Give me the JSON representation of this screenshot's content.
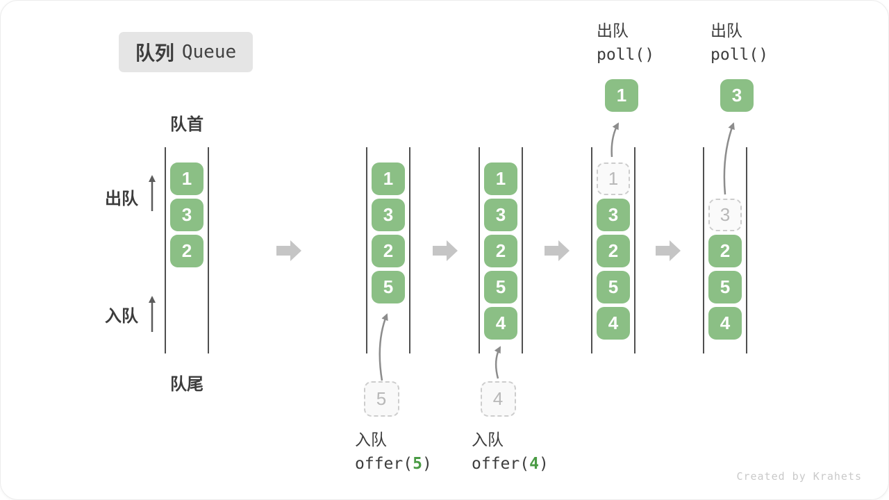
{
  "title": {
    "zh": "队列",
    "en": "Queue"
  },
  "labels": {
    "front": "队首",
    "rear": "队尾",
    "dequeue": "出队",
    "enqueue": "入队"
  },
  "ops": {
    "enqueue5": {
      "label": "入队",
      "code_pre": "offer(",
      "arg": "5",
      "code_suf": ")"
    },
    "enqueue4": {
      "label": "入队",
      "code_pre": "offer(",
      "arg": "4",
      "code_suf": ")"
    },
    "poll1": {
      "label": "出队",
      "code": "poll()"
    },
    "poll2": {
      "label": "出队",
      "code": "poll()"
    }
  },
  "states": [
    {
      "cells": [
        {
          "slot": 0,
          "value": "1"
        },
        {
          "slot": 1,
          "value": "3"
        },
        {
          "slot": 2,
          "value": "2"
        }
      ]
    },
    {
      "cells": [
        {
          "slot": 0,
          "value": "1"
        },
        {
          "slot": 1,
          "value": "3"
        },
        {
          "slot": 2,
          "value": "2"
        },
        {
          "slot": 3,
          "value": "5"
        }
      ],
      "incoming": {
        "value": "5"
      }
    },
    {
      "cells": [
        {
          "slot": 0,
          "value": "1"
        },
        {
          "slot": 1,
          "value": "3"
        },
        {
          "slot": 2,
          "value": "2"
        },
        {
          "slot": 3,
          "value": "5"
        },
        {
          "slot": 4,
          "value": "4"
        }
      ],
      "incoming": {
        "value": "4"
      }
    },
    {
      "cells": [
        {
          "slot": 0,
          "value": "1",
          "dashed": true
        },
        {
          "slot": 1,
          "value": "3"
        },
        {
          "slot": 2,
          "value": "2"
        },
        {
          "slot": 3,
          "value": "5"
        },
        {
          "slot": 4,
          "value": "4"
        }
      ],
      "outgoing": {
        "value": "1"
      }
    },
    {
      "cells": [
        {
          "slot": 1,
          "value": "3",
          "dashed": true
        },
        {
          "slot": 2,
          "value": "2"
        },
        {
          "slot": 3,
          "value": "5"
        },
        {
          "slot": 4,
          "value": "4"
        }
      ],
      "outgoing": {
        "value": "3"
      }
    }
  ],
  "colors": {
    "item_green": "#8bbf85",
    "code_green": "#4a9b45",
    "text_dark": "#3c3c3c",
    "dashed_gray": "#cdcdcd",
    "arrow_gray": "#c5c5c5"
  },
  "watermark": "Created by Krahets"
}
